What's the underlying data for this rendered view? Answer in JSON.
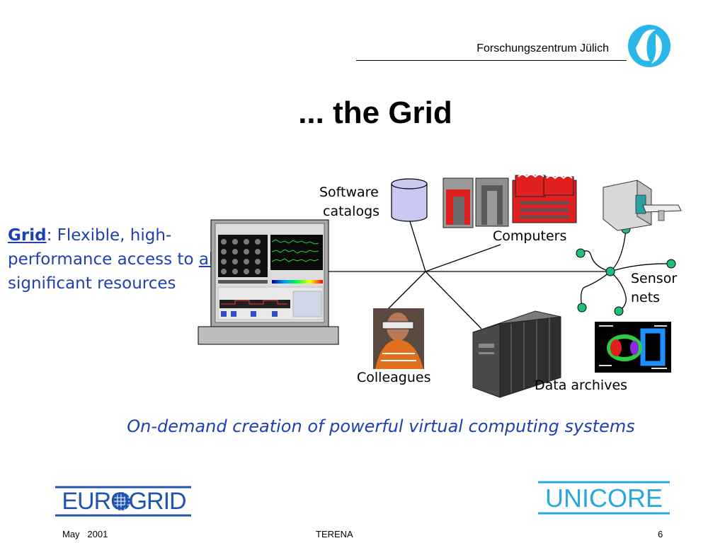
{
  "header": {
    "organization": "Forschungszentrum Jülich"
  },
  "slide": {
    "title": "... the Grid"
  },
  "definition": {
    "term": "Grid",
    "part1": ": Flexible, high-performance access to ",
    "emphasis": "all",
    "part2": " significant resources"
  },
  "diagram": {
    "labels": {
      "software_line1": "Software",
      "software_line2": "catalogs",
      "computers": "Computers",
      "sensor_line1": "Sensor",
      "sensor_line2": "nets",
      "colleagues": "Colleagues",
      "data_archives": "Data archives"
    },
    "colors": {
      "connector": "#000000",
      "sensor_node": "#1fbf7a",
      "database": "#c8c8f0",
      "accent_red": "#e02020"
    }
  },
  "tagline": "On-demand creation of powerful virtual computing systems",
  "logos": {
    "left": "EUROGRID",
    "right": "UNICORE"
  },
  "footer": {
    "date": "May   2001",
    "event": "TERENA",
    "page": "6"
  }
}
